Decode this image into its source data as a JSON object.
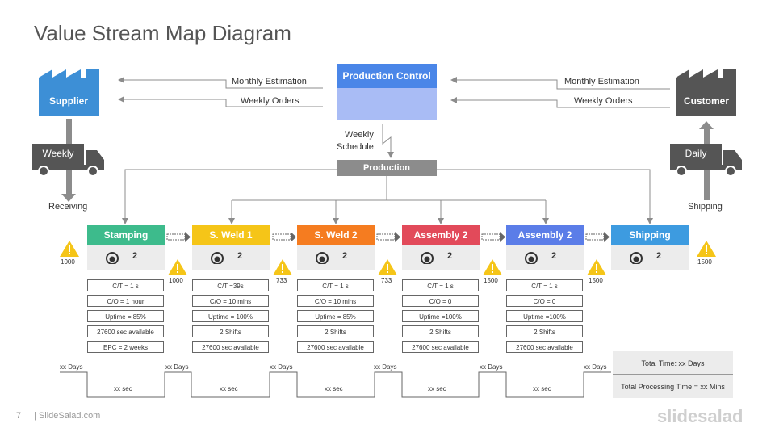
{
  "title": "Value Stream Map Diagram",
  "supplier": {
    "label": "Supplier",
    "transport": "Weekly",
    "bottom_label": "Receiving",
    "color": "#3d8fd6"
  },
  "customer": {
    "label": "Customer",
    "transport": "Daily",
    "bottom_label": "Shipping",
    "color": "#555555"
  },
  "left_flows": [
    "Monthly Estimation",
    "Weekly Orders"
  ],
  "right_flows": [
    "Monthly Estimation",
    "Weekly Orders"
  ],
  "production_control": {
    "label": "Production Control",
    "schedule_label_1": "Weekly",
    "schedule_label_2": "Schedule"
  },
  "production_bar": {
    "label": "Production"
  },
  "processes": [
    {
      "name": "Stamping",
      "color": "#3dbb8c",
      "operators": "2",
      "data": [
        "C/T = 1 s",
        "C/O = 1 hour",
        "Uptime = 85%",
        "27600 sec available",
        "EPC = 2 weeks"
      ],
      "time_sec": "xx sec"
    },
    {
      "name": "S. Weld 1",
      "color": "#f5c518",
      "operators": "2",
      "data": [
        "C/T =39s",
        "C/O = 10 mins",
        "Uptime = 100%",
        "2 Shifts",
        "27600 sec available"
      ],
      "time_sec": "xx sec"
    },
    {
      "name": "S. Weld 2",
      "color": "#f57c20",
      "operators": "2",
      "data": [
        "C/T = 1 s",
        "C/O = 10 mins",
        "Uptime = 85%",
        "2 Shifts",
        "27600 sec available"
      ],
      "time_sec": "xx sec"
    },
    {
      "name": "Assembly 2",
      "color": "#e24a5a",
      "operators": "2",
      "data": [
        "C/T = 1 s",
        "C/O = 0",
        "Uptime =100%",
        "2 Shifts",
        "27600 sec available"
      ],
      "time_sec": "xx sec"
    },
    {
      "name": "Assembly 2",
      "color": "#5b7de8",
      "operators": "2",
      "data": [
        "C/T = 1 s",
        "C/O = 0",
        "Uptime =100%",
        "2 Shifts",
        "27600 sec available"
      ],
      "time_sec": "xx sec"
    },
    {
      "name": "Shipping",
      "color": "#3d9be0",
      "operators": "2",
      "data": [],
      "time_sec": ""
    }
  ],
  "inventories": [
    "1000",
    "1000",
    "733",
    "733",
    "1500",
    "1500",
    "1500"
  ],
  "timeline_days": [
    "xx Days",
    "xx Days",
    "xx Days",
    "xx Days",
    "xx Days",
    "xx Days"
  ],
  "totals": {
    "total_time": "Total Time: xx Days",
    "total_processing": "Total  Processing Time  = xx Mins"
  },
  "footer": {
    "page": "7",
    "site": "| SlideSalad.com",
    "logo": "slidesalad"
  },
  "colors": {
    "warning": "#f5c518",
    "arrow_gray": "#8c8c8c",
    "truck": "#555555"
  }
}
